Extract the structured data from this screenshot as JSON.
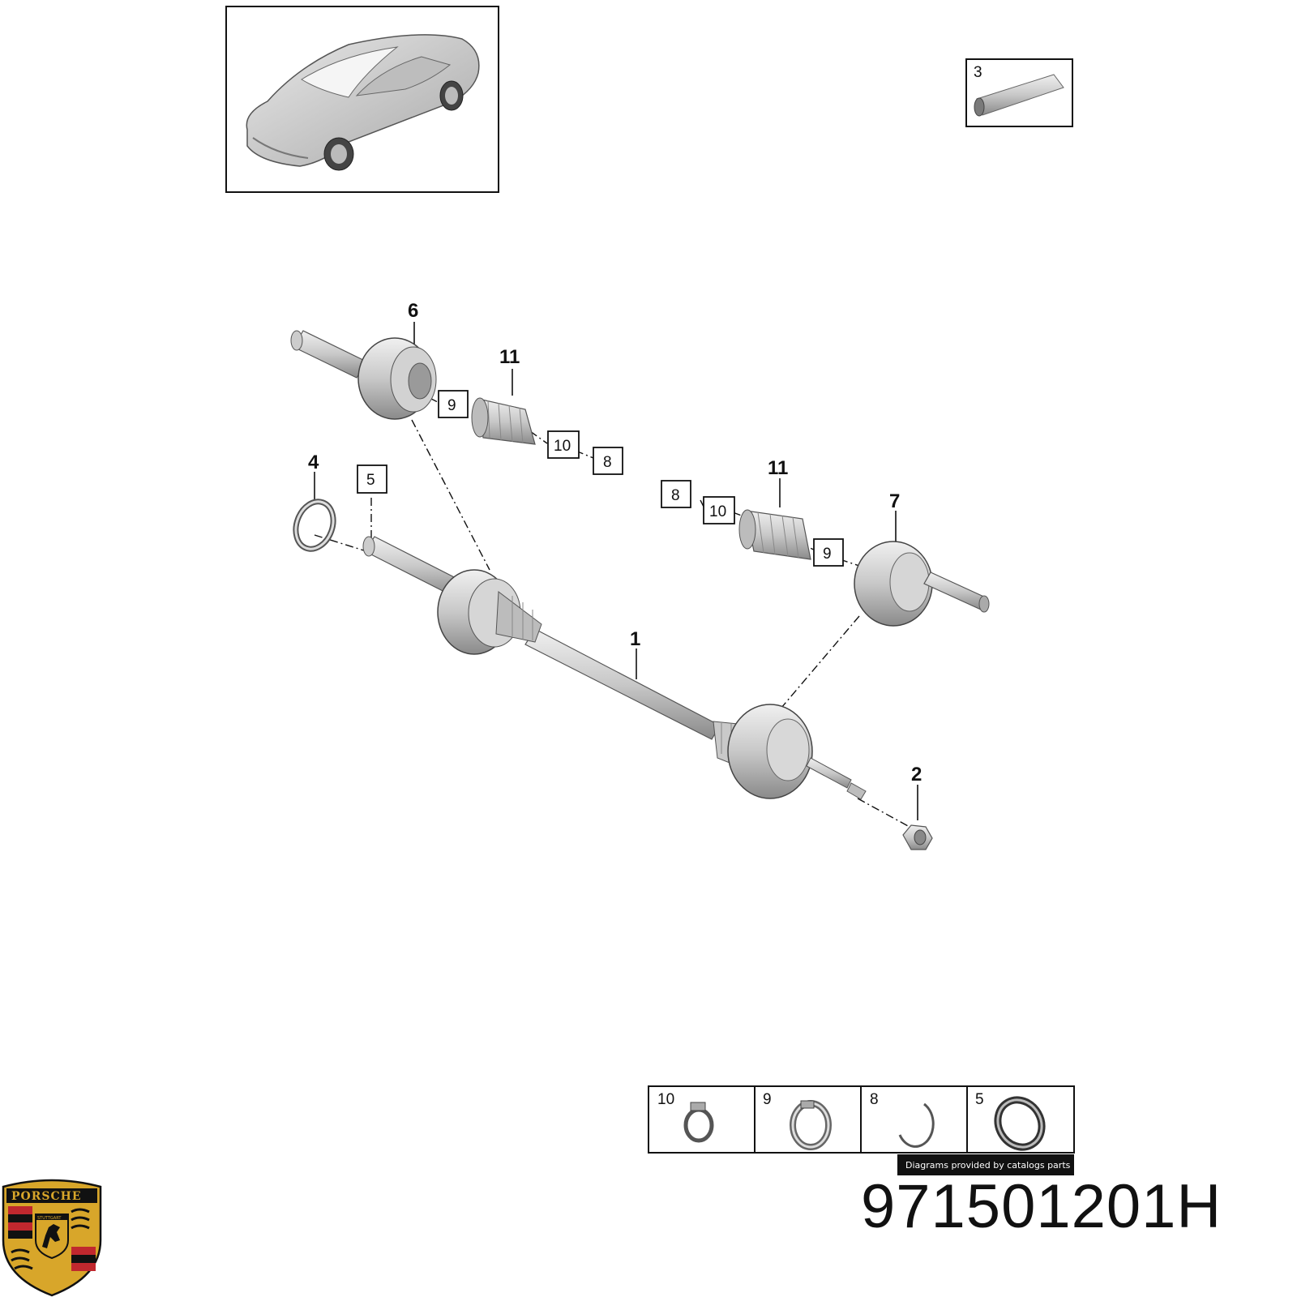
{
  "callouts": {
    "c1": "1",
    "c2": "2",
    "c3": "3",
    "c4": "4",
    "c5": "5",
    "c6": "6",
    "c7": "7",
    "c8": "8",
    "c9": "9",
    "c10": "10",
    "c11": "11"
  },
  "legend": [
    {
      "num": "10",
      "icon": "hose-clamp-icon"
    },
    {
      "num": "9",
      "icon": "band-clamp-icon"
    },
    {
      "num": "8",
      "icon": "retaining-ring-icon"
    },
    {
      "num": "5",
      "icon": "circlip-icon"
    }
  ],
  "credit": "Diagrams provided by catalogs parts",
  "logo": {
    "text": "PORSCHE",
    "sub": "STUTTGART"
  },
  "part_number": "971501201H",
  "colors": {
    "part_fill": "#d9d9d9",
    "part_dark": "#8f8f8f",
    "outline": "#222222",
    "logo_red": "#c0282e",
    "logo_gold": "#d8a62a"
  }
}
